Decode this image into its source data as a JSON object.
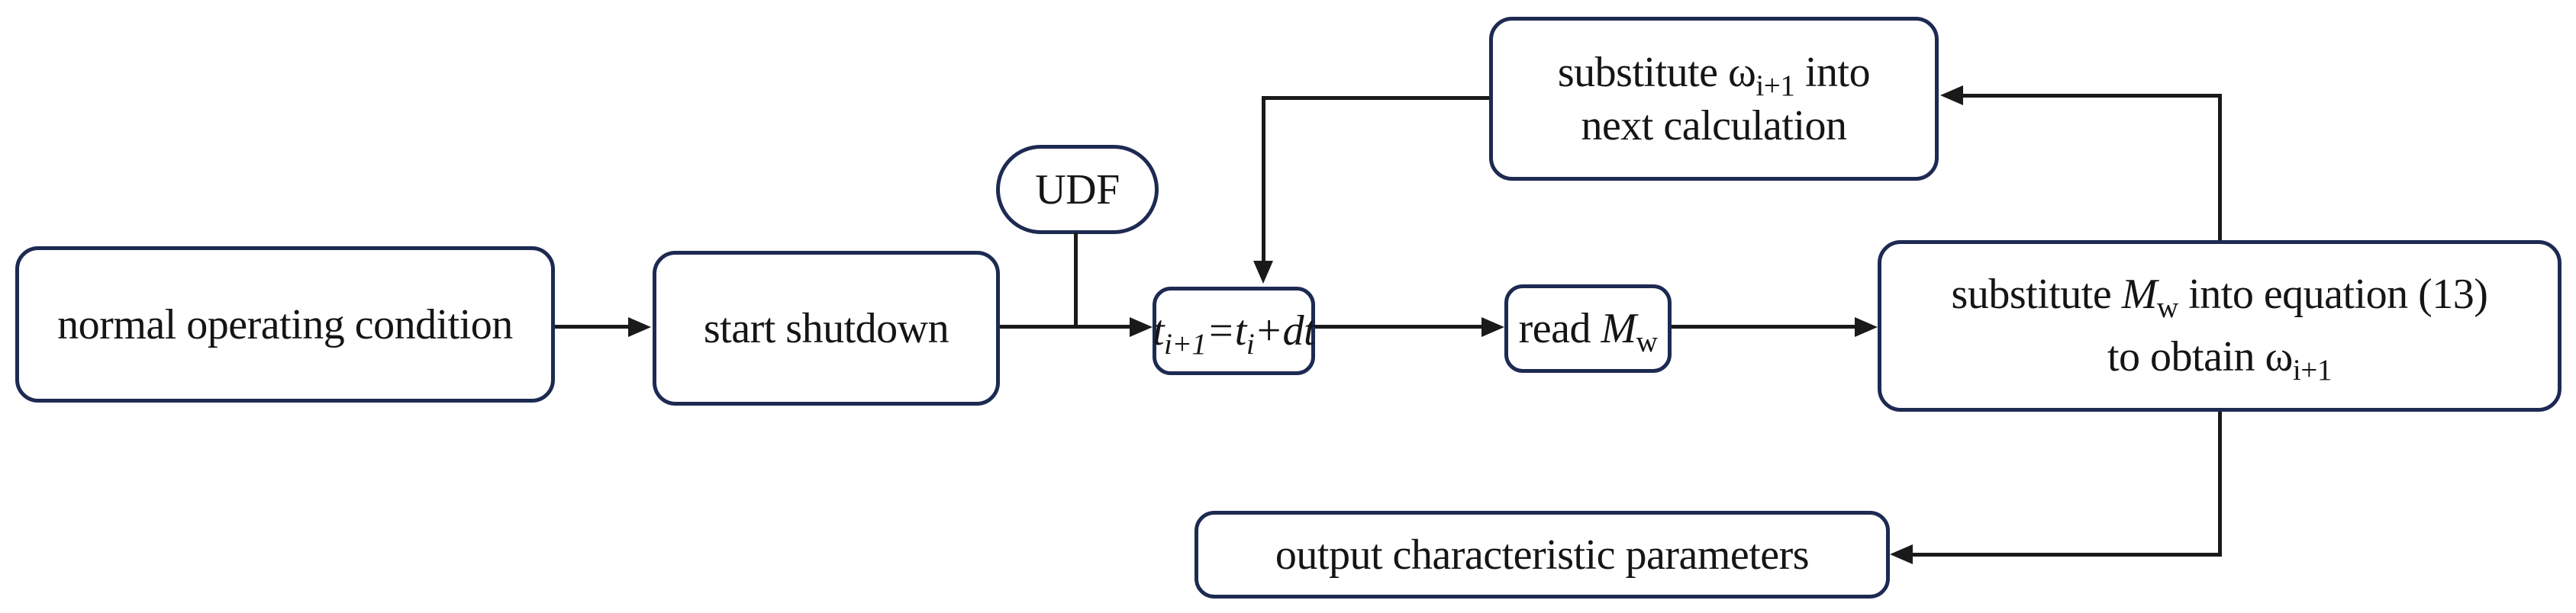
{
  "colors": {
    "background": "#ffffff",
    "border": "#1d2a52",
    "line": "#1a1a1a",
    "text": "#151515"
  },
  "nodes": {
    "normal_condition": {
      "label": "normal operating condition"
    },
    "start_shutdown": {
      "label": "start shutdown"
    },
    "udf": {
      "label": "UDF"
    },
    "time_step": {
      "t1": "t",
      "t1_sub": "i+1",
      "mid": "=t",
      "t2_sub": "i",
      "tail": "+dt"
    },
    "read_mw": {
      "prefix": "read ",
      "symbol": "M",
      "symbol_sub": "w"
    },
    "equation13": {
      "line1_prefix": "substitute ",
      "symbol": "M",
      "symbol_sub": "w",
      "line1_suffix": " into equation (13)",
      "line2_prefix": "to obtain ",
      "omega": "ω",
      "omega_sub": "i+1"
    },
    "next_calculation": {
      "line1_prefix": "substitute ",
      "omega": "ω",
      "omega_sub": "i+1",
      "line1_suffix": " into",
      "line2": "next calculation"
    },
    "output_parameters": {
      "label": "output characteristic parameters"
    }
  }
}
